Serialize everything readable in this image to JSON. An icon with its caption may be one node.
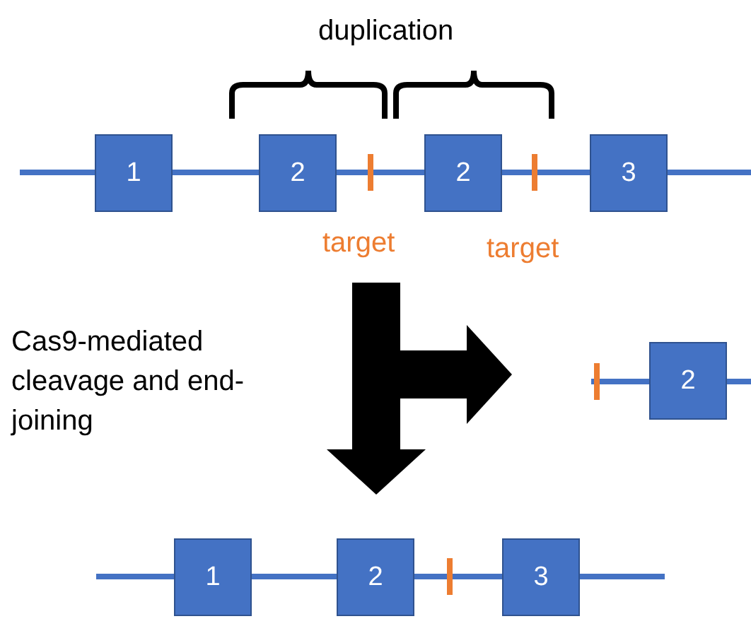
{
  "diagram": {
    "nodes": [
      {
        "text": [],
        "shape": "bar"
      },
      {
        "text": [
          "1"
        ]
      },
      {
        "text": [
          "2"
        ]
      },
      {
        "text": [
          "2"
        ]
      },
      {
        "text": [
          "3"
        ]
      },
      {
        "text": [],
        "shape": "bar"
      },
      {
        "text": [
          "2"
        ]
      },
      {
        "text": [],
        "shape": "bar"
      },
      {
        "text": [
          "1"
        ]
      },
      {
        "text": [
          "2"
        ]
      },
      {
        "text": [
          "3"
        ]
      }
    ],
    "edges": [
      {
        "from": null,
        "to": 5,
        "arrow": "to"
      },
      {
        "from": null,
        "to": 7,
        "arrow": "to"
      }
    ],
    "labels": [
      "duplication",
      "target",
      "target",
      "Cas9-mediated cleavage and end-joining"
    ]
  }
}
